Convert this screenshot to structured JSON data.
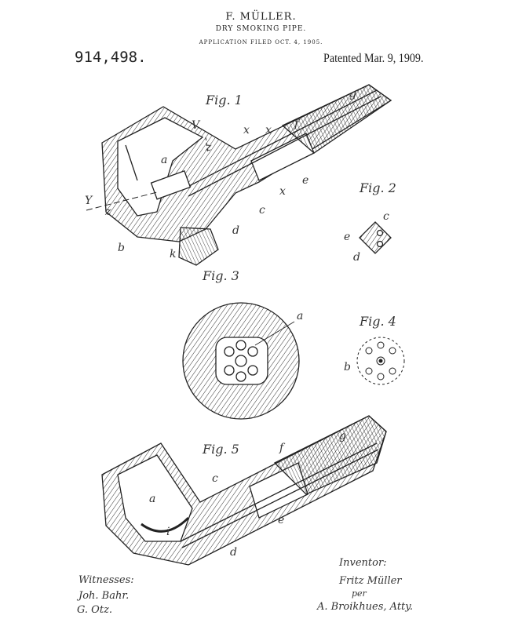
{
  "header": {
    "inventor": "F. MÜLLER.",
    "title": "DRY SMOKING PIPE.",
    "filed": "APPLICATION FILED OCT. 4, 1905.",
    "patent_number": "914,498.",
    "patent_date": "Patented Mar. 9, 1909."
  },
  "figures": {
    "fig1": {
      "label": "Fig. 1",
      "letters": [
        "g",
        "f",
        "V",
        "x",
        "x",
        "z",
        "a",
        "e",
        "x",
        "Y",
        "z",
        "c",
        "d",
        "b",
        "k"
      ]
    },
    "fig2": {
      "label": "Fig. 2",
      "letters": [
        "c",
        "e",
        "d"
      ]
    },
    "fig3": {
      "label": "Fig. 3",
      "letters": [
        "a"
      ]
    },
    "fig4": {
      "label": "Fig. 4",
      "letters": [
        "b"
      ]
    },
    "fig5": {
      "label": "Fig. 5",
      "letters": [
        "g",
        "f",
        "c",
        "a",
        "e",
        "i",
        "d"
      ]
    }
  },
  "footer": {
    "witnesses_label": "Witnesses:",
    "witness1": "Joh. Bahr.",
    "witness2": "G. Otz.",
    "inventor_label": "Inventor:",
    "inventor_signature": "Fritz Müller",
    "per": "per",
    "attorney": "A. Broikhues, Atty."
  }
}
